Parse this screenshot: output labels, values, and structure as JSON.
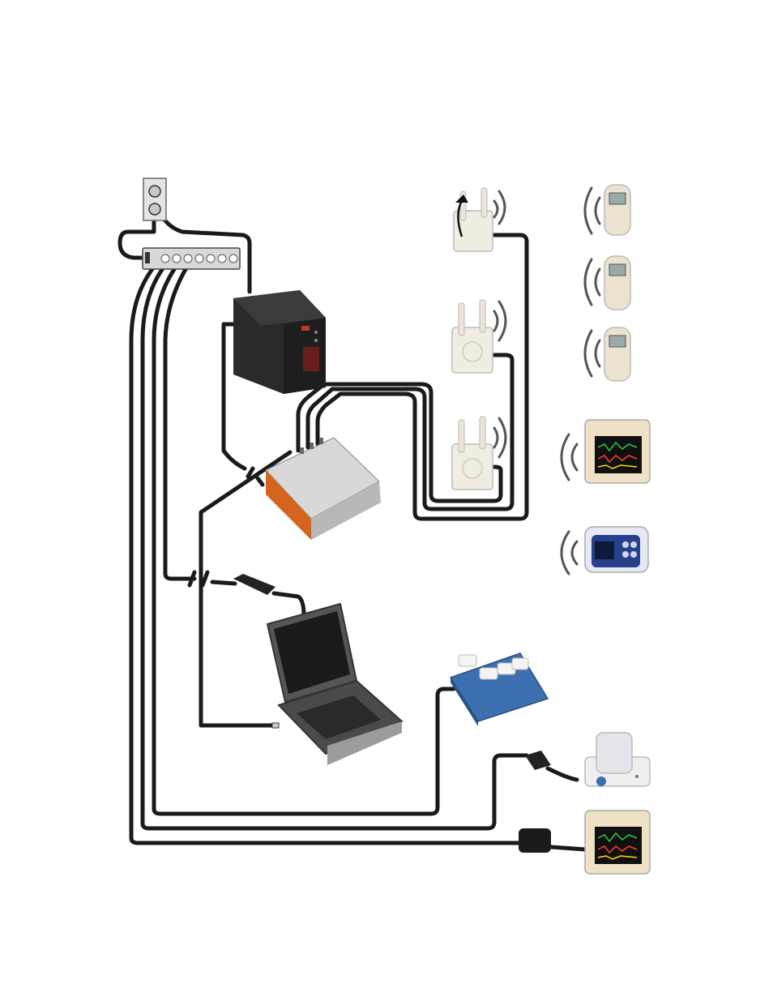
{
  "diagram": {
    "description_free": true,
    "colors": {
      "cable": "#1a1a1a",
      "router_accent": "#d4641e",
      "charger_blue": "#3c6fb0",
      "monitor_beige": "#efe2c4",
      "ups_body": "#2a2a2a",
      "ups_led": "#c0392b",
      "thermometer_body": "#ece2cf"
    },
    "devices": [
      {
        "name": "wall-outlet",
        "icon": "outlet-icon"
      },
      {
        "name": "power-strip",
        "icon": "power-strip-icon"
      },
      {
        "name": "ups",
        "icon": "ups-icon"
      },
      {
        "name": "network-switch",
        "icon": "router-icon"
      },
      {
        "name": "power-adapter",
        "icon": "adapter-icon"
      },
      {
        "name": "laptop",
        "icon": "laptop-icon"
      },
      {
        "name": "access-point",
        "count": 3,
        "icon": "antenna-icon"
      },
      {
        "name": "thermometer",
        "count": 3,
        "icon": "thermometer-icon"
      },
      {
        "name": "vital-signs-monitor",
        "count": 2,
        "icon": "monitor-icon"
      },
      {
        "name": "spot-monitor",
        "icon": "spot-monitor-icon"
      },
      {
        "name": "charging-station",
        "icon": "charger-icon"
      },
      {
        "name": "cradle",
        "icon": "cradle-icon"
      }
    ]
  }
}
